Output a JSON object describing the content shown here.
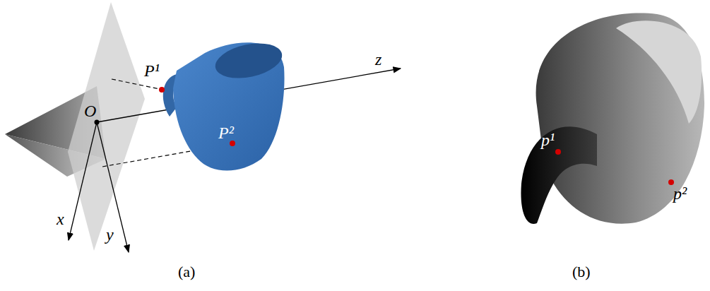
{
  "diagram": {
    "labels": [
      "P¹",
      "O",
      "P²",
      "z",
      "x",
      "y",
      "(a)",
      "p¹",
      "p²",
      "(b)"
    ]
  }
}
